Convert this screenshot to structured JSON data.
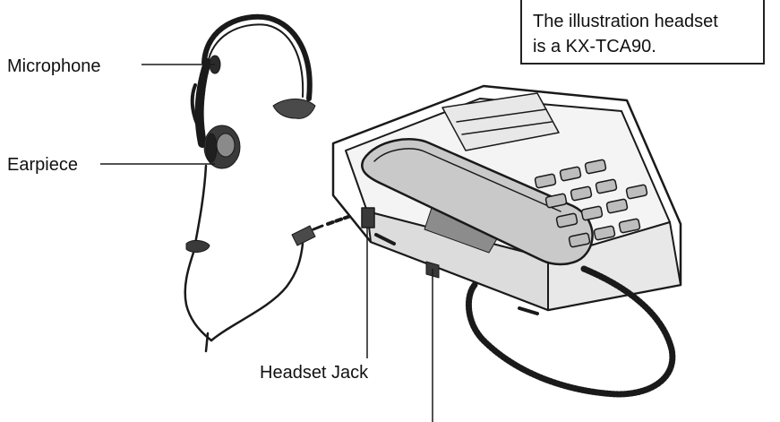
{
  "labels": {
    "microphone": "Microphone",
    "earpiece": "Earpiece",
    "headset_jack": "Headset Jack"
  },
  "note": {
    "line1": "The illustration headset",
    "line2": "is a KX-TCA90."
  }
}
